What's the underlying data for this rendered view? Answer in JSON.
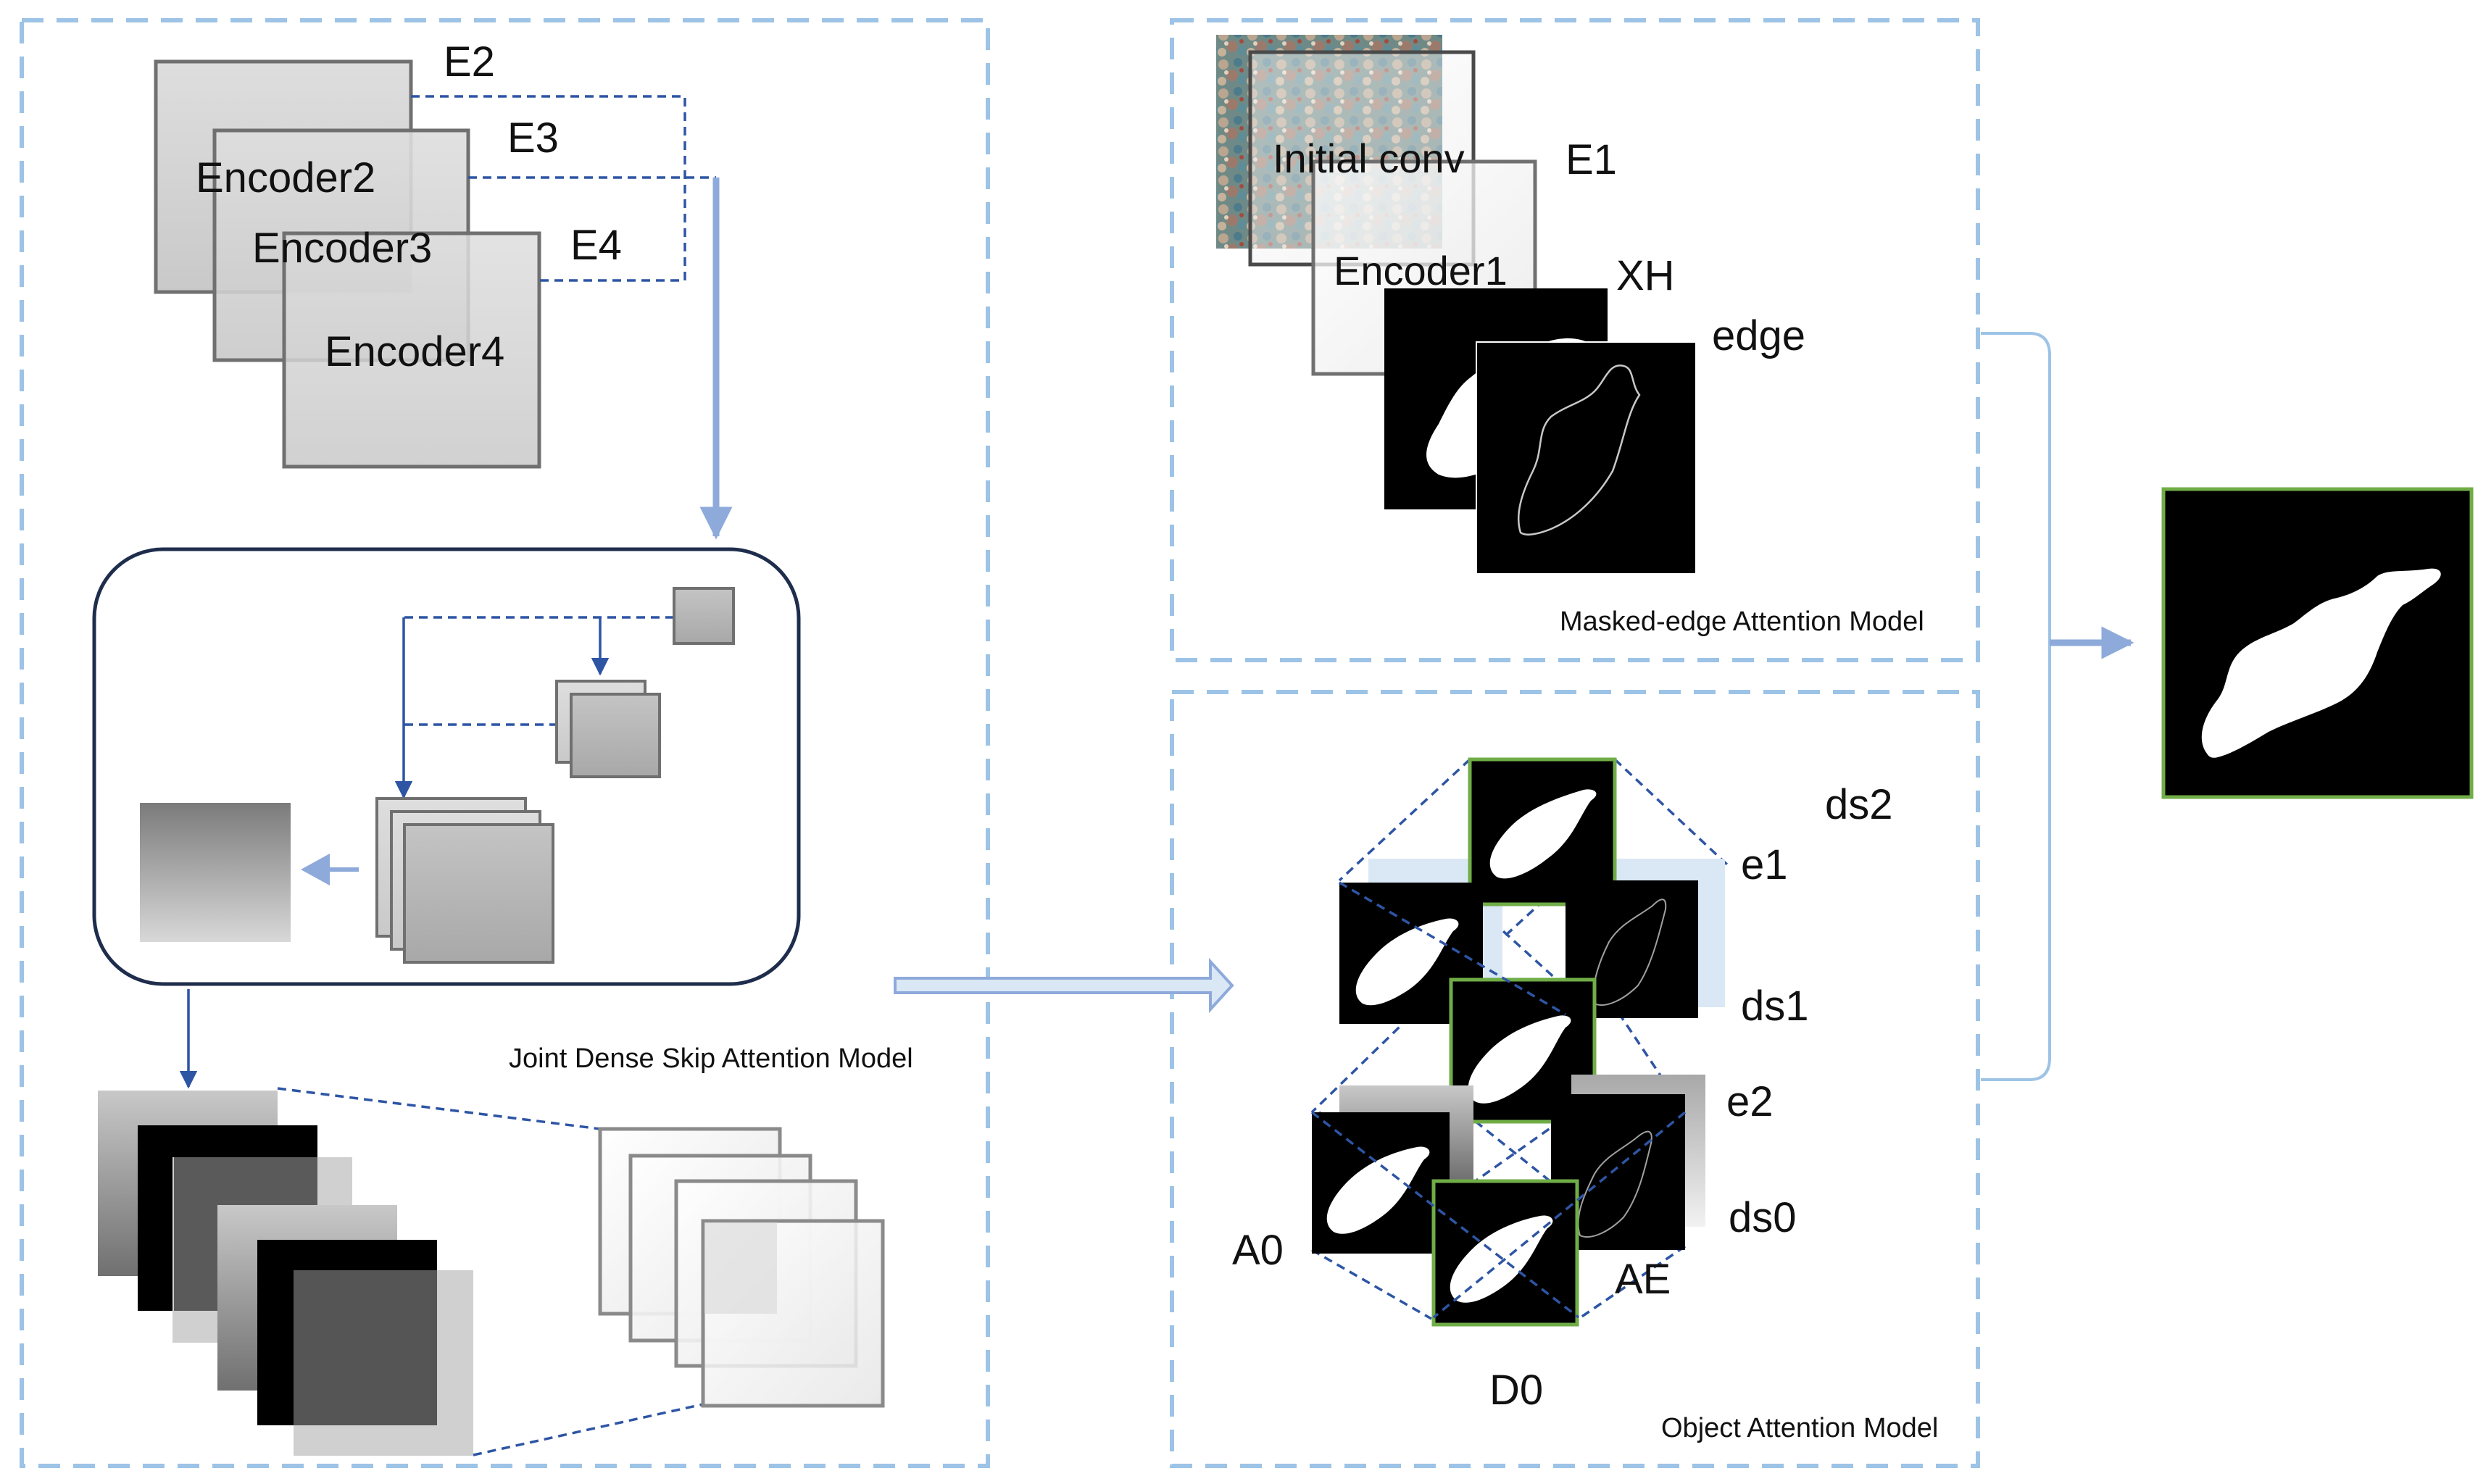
{
  "panels": {
    "joint_dense": {
      "caption": "Joint Dense Skip Attention Model"
    },
    "masked_edge": {
      "caption": "Masked-edge Attention  Model"
    },
    "object_attention": {
      "caption": "Object Attention Model"
    }
  },
  "encoders": {
    "e2": {
      "tag": "E2",
      "name": "Encoder2"
    },
    "e3": {
      "tag": "E3",
      "name": "Encoder3"
    },
    "e4": {
      "tag": "E4",
      "name": "Encoder4"
    }
  },
  "masked_edge": {
    "initial_conv": "Initial conv",
    "e1_tag": "E1",
    "encoder1": "Encoder1",
    "xh": "XH",
    "edge": "edge"
  },
  "object_attention": {
    "ds2": "ds2",
    "e1": "e1",
    "ds1": "ds1",
    "e2": "e2",
    "ds0": "ds0",
    "a0": "A0",
    "ae": "AE",
    "d0": "D0"
  },
  "colors": {
    "panel_border": "#9dc3e6",
    "dashed_link": "#2e55a4",
    "arrow": "#8eaadb",
    "module_border": "#1f2d4d",
    "mask_frame": "#70ad47",
    "light_blue_fill": "#dae8f5"
  }
}
